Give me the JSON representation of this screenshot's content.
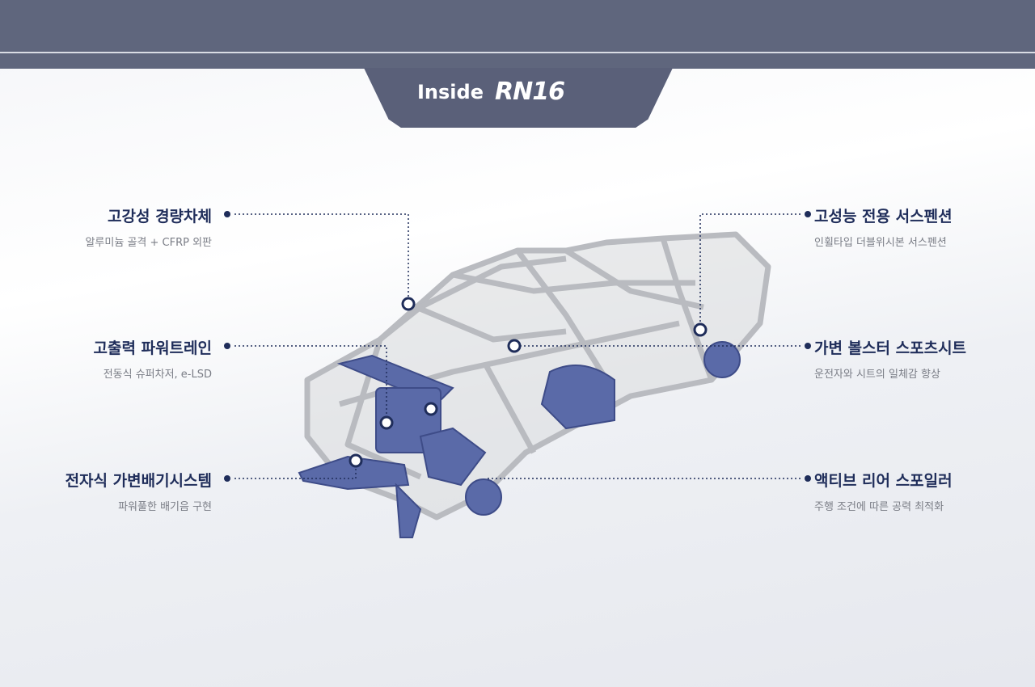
{
  "header": {
    "title": "Inside",
    "logo": "RN16"
  },
  "features_left": [
    {
      "title": "고강성 경량차체",
      "subtitle": "알루미늄 골격 + CFRP 외판"
    },
    {
      "title": "고출력 파워트레인",
      "subtitle": "전동식 슈퍼차저, e-LSD"
    },
    {
      "title": "전자식 가변배기시스템",
      "subtitle": "파워풀한 배기음 구현"
    }
  ],
  "features_right": [
    {
      "title": "고성능 전용 서스펜션",
      "subtitle": "인휠타입 더블위시본 서스펜션"
    },
    {
      "title": "가변 볼스터 스포츠시트",
      "subtitle": "운전자와 시트의 일체감 향상"
    },
    {
      "title": "액티브 리어 스포일러",
      "subtitle": "주행 조건에 따른 공력 최적화"
    }
  ],
  "colors": {
    "header": "#5f667d",
    "accent": "#1f2d5a",
    "component": "#5a6aa8",
    "frame": "#c8c9cc"
  }
}
